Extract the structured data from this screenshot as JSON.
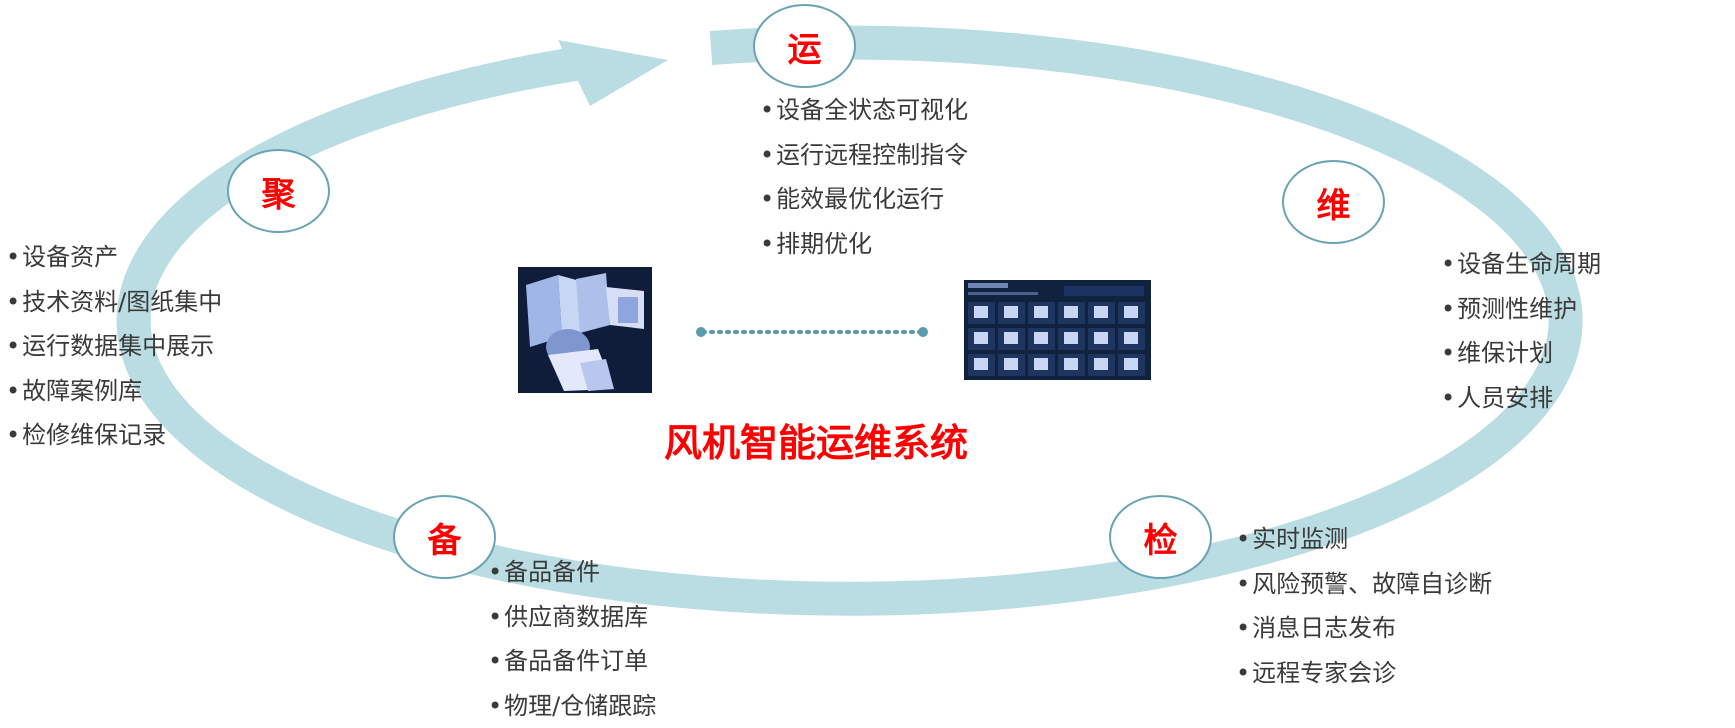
{
  "title": "风机智能运维系统",
  "colors": {
    "ring": "#b9dde2",
    "node_border": "#6aa3b3",
    "accent_red": "#ff0000",
    "text": "#3a3a3a",
    "connector": "#5b9aab"
  },
  "nodes": {
    "yun": "运",
    "wei": "维",
    "jian": "检",
    "bei": "备",
    "ju": "聚"
  },
  "lists": {
    "yun": [
      "设备全状态可视化",
      "运行远程控制指令",
      "能效最优化运行",
      "排期优化"
    ],
    "wei": [
      "设备生命周期",
      "预测性维护",
      "维保计划",
      "人员安排"
    ],
    "jian": [
      "实时监测",
      "风险预警、故障自诊断",
      "消息日志发布",
      "远程专家会诊"
    ],
    "bei": [
      "备品备件",
      "供应商数据库",
      "备品备件订单",
      "物理/仓储跟踪"
    ],
    "ju": [
      "设备资产",
      "技术资料/图纸集中",
      "运行数据集中展示",
      "故障案例库",
      "检修维保记录"
    ]
  },
  "images": {
    "left": "fan-3d-model",
    "right": "fan-monitoring-dashboard"
  }
}
